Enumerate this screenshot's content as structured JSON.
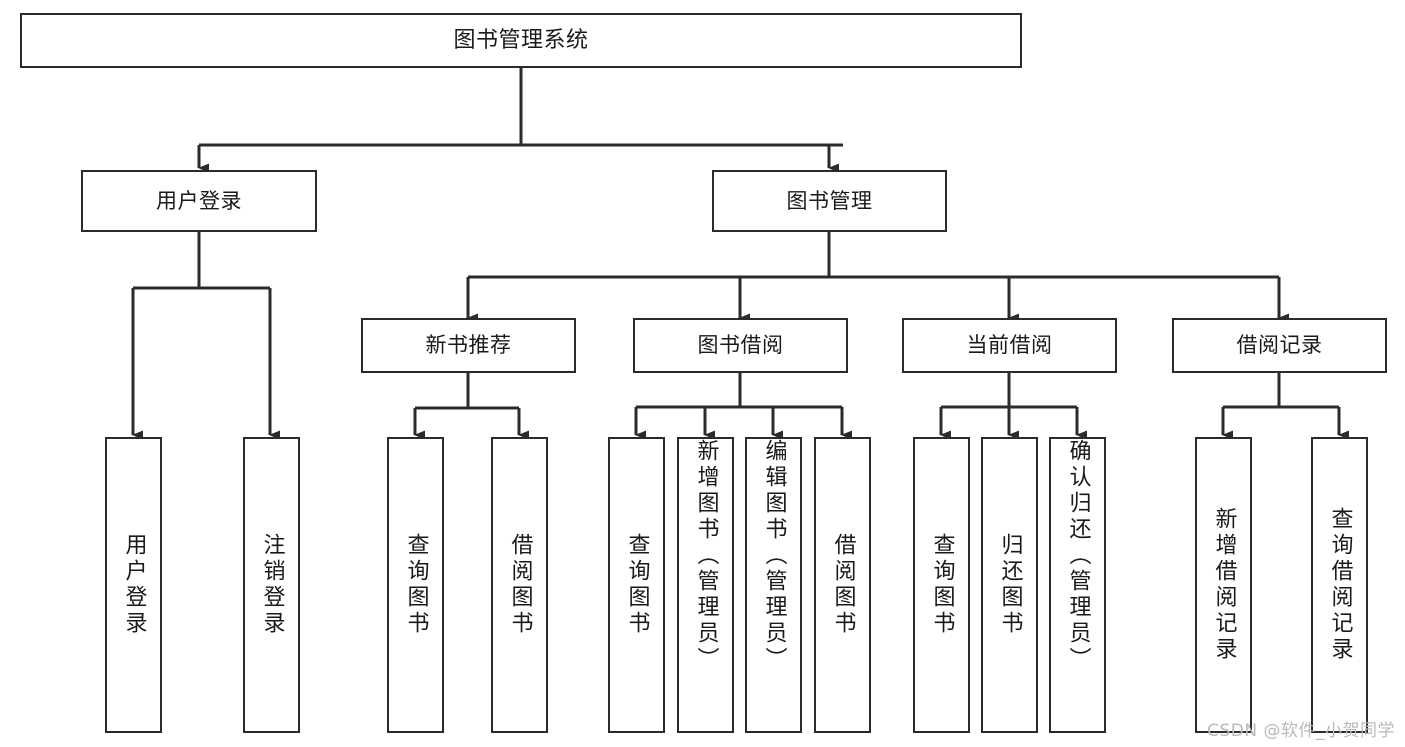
{
  "diagram": {
    "title": "图书管理系统",
    "watermark": "CSDN @软件_小贺同学",
    "type": "tree-hierarchy-diagram",
    "colors": {
      "box_border": "#2b2b2b",
      "box_fill": "#ffffff",
      "edge": "#2b2b2b",
      "text": "#1a1a1a",
      "watermark": "#b9b9b9"
    },
    "levels": [
      {
        "level": 1,
        "nodes": [
          {
            "id": "root",
            "label": "图书管理系统",
            "orientation": "horizontal"
          }
        ]
      },
      {
        "level": 2,
        "nodes": [
          {
            "id": "user-login",
            "label": "用户登录",
            "orientation": "horizontal",
            "parent": "root"
          },
          {
            "id": "book-manage",
            "label": "图书管理",
            "orientation": "horizontal",
            "parent": "root"
          }
        ]
      },
      {
        "level": 3,
        "nodes": [
          {
            "id": "new-book-rec",
            "label": "新书推荐",
            "orientation": "horizontal",
            "parent": "book-manage"
          },
          {
            "id": "book-borrow",
            "label": "图书借阅",
            "orientation": "horizontal",
            "parent": "book-manage"
          },
          {
            "id": "current-borrow",
            "label": "当前借阅",
            "orientation": "horizontal",
            "parent": "book-manage"
          },
          {
            "id": "borrow-record",
            "label": "借阅记录",
            "orientation": "horizontal",
            "parent": "book-manage"
          }
        ]
      },
      {
        "level": 4,
        "nodes": [
          {
            "id": "leaf-user-login",
            "label": "用户登录",
            "orientation": "vertical",
            "parent": "user-login"
          },
          {
            "id": "leaf-logout",
            "label": "注销登录",
            "orientation": "vertical",
            "parent": "user-login"
          },
          {
            "id": "leaf-query-book-1",
            "label": "查询图书",
            "orientation": "vertical",
            "parent": "new-book-rec"
          },
          {
            "id": "leaf-borrow-book-1",
            "label": "借阅图书",
            "orientation": "vertical",
            "parent": "new-book-rec"
          },
          {
            "id": "leaf-query-book-2",
            "label": "查询图书",
            "orientation": "vertical",
            "parent": "book-borrow"
          },
          {
            "id": "leaf-add-book",
            "label": "新增图书（管理员）",
            "orientation": "vertical",
            "parent": "book-borrow"
          },
          {
            "id": "leaf-edit-book",
            "label": "编辑图书（管理员）",
            "orientation": "vertical",
            "parent": "book-borrow"
          },
          {
            "id": "leaf-borrow-book-2",
            "label": "借阅图书",
            "orientation": "vertical",
            "parent": "book-borrow"
          },
          {
            "id": "leaf-query-book-3",
            "label": "查询图书",
            "orientation": "vertical",
            "parent": "current-borrow"
          },
          {
            "id": "leaf-return-book",
            "label": "归还图书",
            "orientation": "vertical",
            "parent": "current-borrow"
          },
          {
            "id": "leaf-confirm-return",
            "label": "确认归还（管理员）",
            "orientation": "vertical",
            "parent": "current-borrow"
          },
          {
            "id": "leaf-add-record",
            "label": "新增借阅记录",
            "orientation": "vertical",
            "parent": "borrow-record"
          },
          {
            "id": "leaf-query-record",
            "label": "查询借阅记录",
            "orientation": "vertical",
            "parent": "borrow-record"
          }
        ]
      }
    ]
  }
}
